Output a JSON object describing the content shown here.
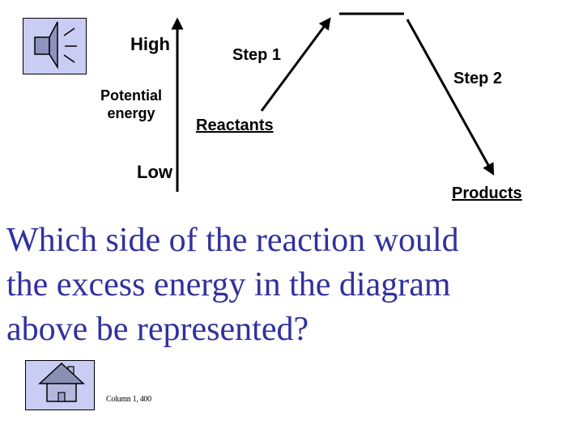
{
  "colors": {
    "background": "#ffffff",
    "question_text": "#31319e",
    "icon_box_fill": "#c9ccf3",
    "icon_box_border": "#000000",
    "speaker_glyph_fill": "#8e93bd",
    "house_roof_fill": "#8890b4",
    "house_body_fill": "#b4b8dc",
    "house_door_fill": "#9aa0c6",
    "diagram_ink": "#000000"
  },
  "diagram": {
    "y_axis": {
      "high_label": "High",
      "axis_title_line1": "Potential",
      "axis_title_line2": "energy",
      "low_label": "Low"
    },
    "step1_label": "Step 1",
    "step2_label": "Step 2",
    "reactants_label": "Reactants",
    "products_label": "Products"
  },
  "question": {
    "lines": [
      "Which side of the reaction would",
      "the excess energy in the diagram",
      "above be represented?"
    ]
  },
  "footer": {
    "caption": "Column 1, 400"
  },
  "icons": {
    "speaker": "speaker-icon",
    "home": "home-icon"
  }
}
